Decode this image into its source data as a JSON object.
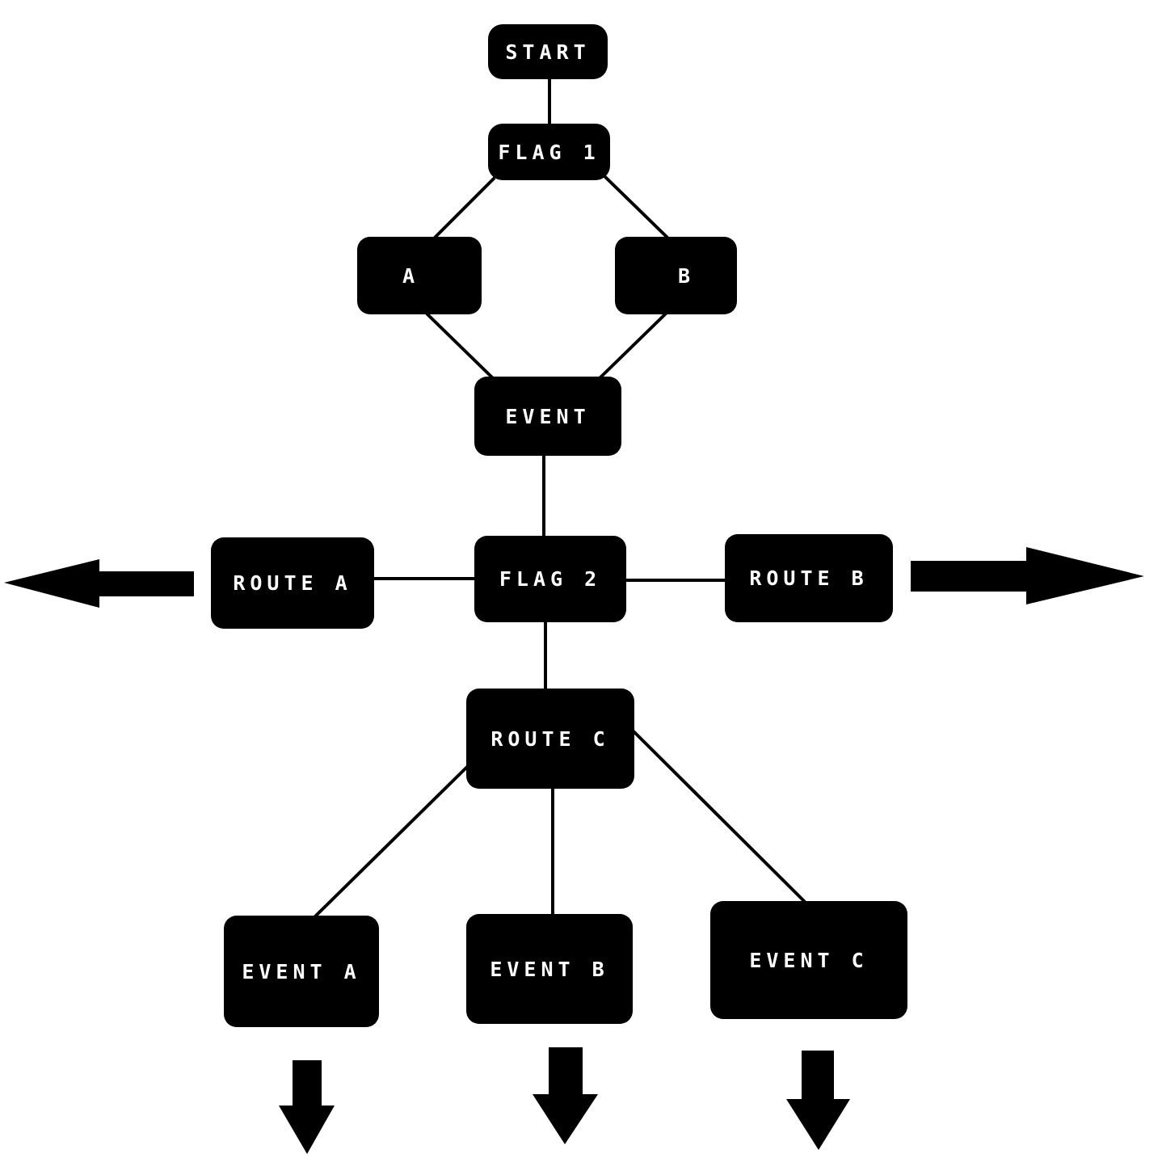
{
  "diagram": {
    "colors": {
      "node_fill": "#000000",
      "node_text": "#ffffff",
      "edge": "#000000",
      "background": "#ffffff"
    },
    "nodes": {
      "start": "START",
      "flag1": "FLAG 1",
      "a": "A",
      "b": "B",
      "event": "EVENT",
      "flag2": "FLAG 2",
      "route_a": "ROUTE A",
      "route_b": "ROUTE B",
      "route_c": "ROUTE C",
      "event_a": "EVENT A",
      "event_b": "EVENT B",
      "event_c": "EVENT C"
    },
    "edges": [
      [
        "start",
        "flag1"
      ],
      [
        "flag1",
        "a"
      ],
      [
        "flag1",
        "b"
      ],
      [
        "a",
        "event"
      ],
      [
        "b",
        "event"
      ],
      [
        "event",
        "flag2"
      ],
      [
        "flag2",
        "route_a"
      ],
      [
        "flag2",
        "route_b"
      ],
      [
        "flag2",
        "route_c"
      ],
      [
        "route_c",
        "event_a"
      ],
      [
        "route_c",
        "event_b"
      ],
      [
        "route_c",
        "event_c"
      ]
    ],
    "continuation_arrows": [
      {
        "from": "route_a",
        "direction": "left"
      },
      {
        "from": "route_b",
        "direction": "right"
      },
      {
        "from": "event_a",
        "direction": "down"
      },
      {
        "from": "event_b",
        "direction": "down"
      },
      {
        "from": "event_c",
        "direction": "down"
      }
    ]
  }
}
